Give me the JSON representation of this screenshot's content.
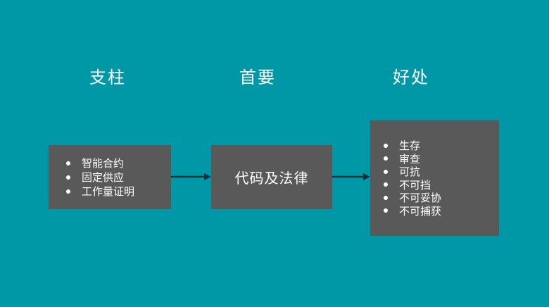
{
  "slide": {
    "columns": [
      {
        "header": "支柱"
      },
      {
        "header": "首要"
      },
      {
        "header": "好处"
      }
    ],
    "pillars_box": {
      "items": [
        "智能合约",
        "固定供应",
        "工作量证明"
      ]
    },
    "primary_box": {
      "label": "代码及法律"
    },
    "benefits_box": {
      "items": [
        "生存",
        "审查",
        "可抗",
        "不可挡",
        "不可妥协",
        "不可捕获"
      ]
    },
    "colors": {
      "background": "#0098A6",
      "box_fill": "#595959",
      "arrow": "#16323C",
      "text": "#FFFFFF"
    }
  }
}
